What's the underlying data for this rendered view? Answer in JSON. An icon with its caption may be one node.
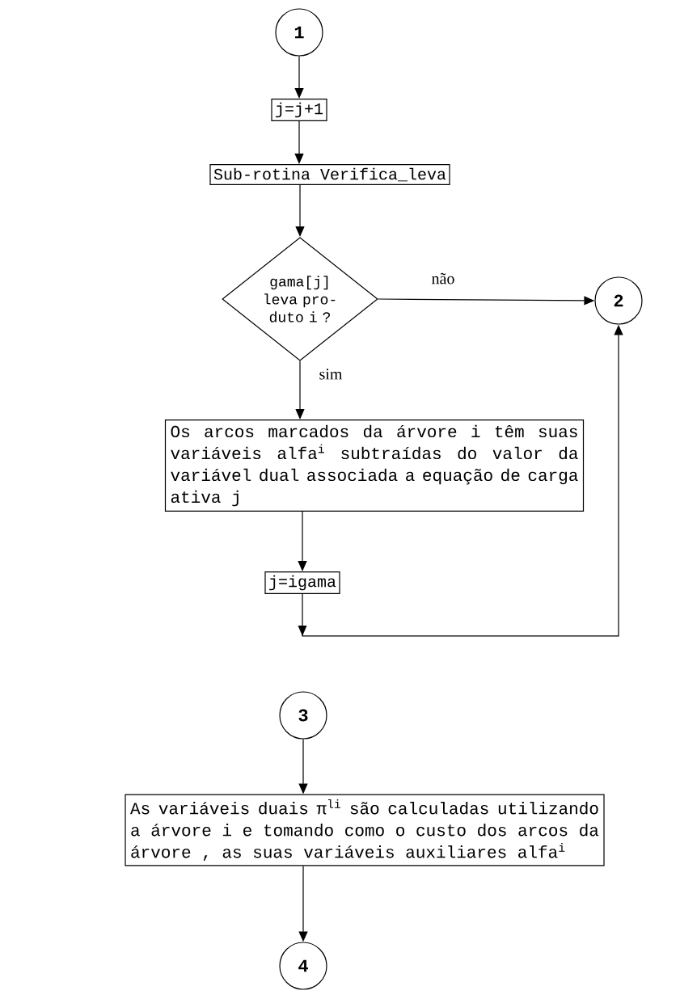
{
  "diagram": {
    "nodes": [
      {
        "text": [
          "1"
        ]
      },
      {
        "text": [
          "j=j+1"
        ]
      },
      {
        "text": [
          "Sub-rotina Verifica_leva"
        ]
      },
      {
        "text": [
          "gama[j] leva pro- duto i ?"
        ]
      },
      {
        "text": [
          "2"
        ]
      },
      {
        "text": [
          "Os arcos marcados da árvore i têm suas variáveis alfa$^{i}$ subtraídas do valor da variável dual associada a equação de carga ativa j"
        ]
      },
      {
        "text": [
          "j=igama"
        ]
      },
      {
        "text": [
          "3"
        ]
      },
      {
        "text": [
          "As variáveis duais π$^{li}$ são calculadas utilizando a árvore i e tomando como o custo dos arcos da árvore , as suas variáveis auxiliares alfa$^{i}$"
        ]
      },
      {
        "text": [
          "4"
        ]
      }
    ],
    "edges": [
      {
        "from": 0,
        "to": 1,
        "arrow": "to"
      },
      {
        "from": 1,
        "to": 2,
        "arrow": "to"
      },
      {
        "from": 2,
        "to": 3,
        "arrow": "to"
      },
      {
        "from": 3,
        "to": 4,
        "arrow": "to",
        "label": "não"
      },
      {
        "from": 3,
        "to": 5,
        "arrow": "to",
        "label": "sim"
      },
      {
        "from": 5,
        "to": 6,
        "arrow": "to"
      },
      {
        "from": 6,
        "to": 4,
        "arrow": "to"
      },
      {
        "from": 7,
        "to": 8,
        "arrow": "to"
      },
      {
        "from": 8,
        "to": 9,
        "arrow": "to"
      }
    ]
  }
}
